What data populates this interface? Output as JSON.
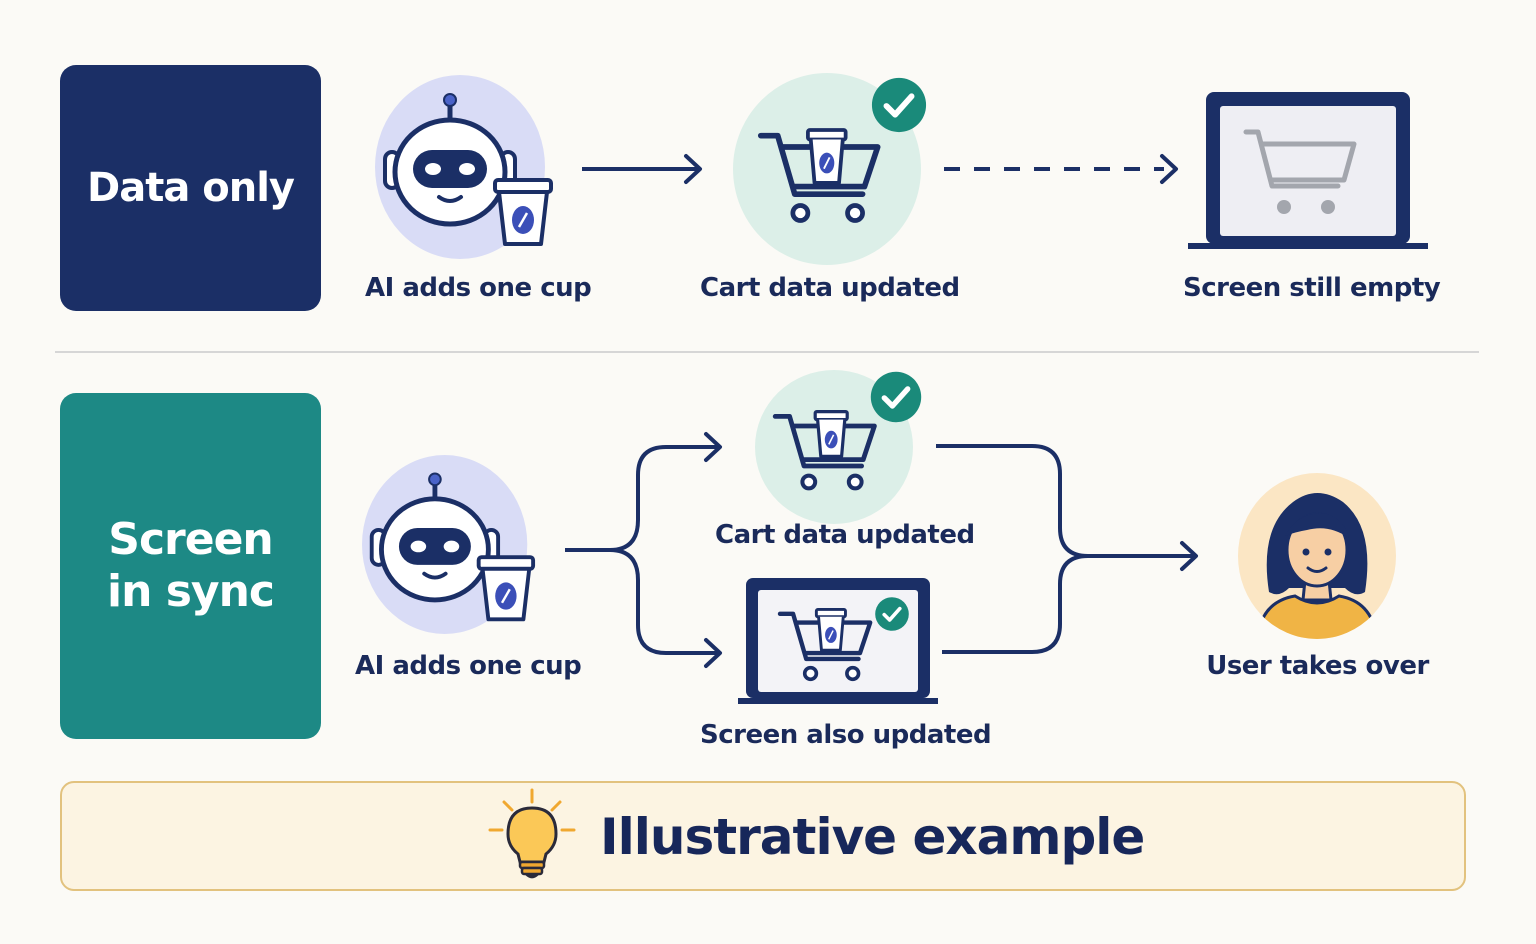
{
  "top_row": {
    "label": "Data only",
    "step1_caption": "AI adds one cup",
    "step2_caption": "Cart data updated",
    "step3_caption": "Screen still empty"
  },
  "bottom_row": {
    "label_line1": "Screen",
    "label_line2": "in sync",
    "step1_caption": "AI adds one cup",
    "branch_upper_caption": "Cart data updated",
    "branch_lower_caption": "Screen also updated",
    "result_caption": "User takes over"
  },
  "banner": {
    "text": "Illustrative example",
    "icon": "lightbulb-icon"
  },
  "colors": {
    "navy": "#1b2f66",
    "teal": "#1d8985",
    "check_green": "#1a8a7a",
    "robot_bg": "#d9dcf6",
    "cart_bg": "#dcefe8",
    "user_bg": "#fbe6c4",
    "banner_border": "#e2c27e"
  }
}
